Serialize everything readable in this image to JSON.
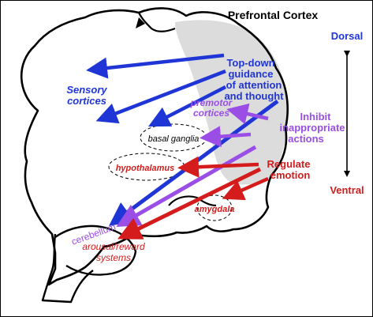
{
  "title": "Prefrontal Cortex",
  "axis": {
    "top": "Dorsal",
    "bottom": "Ventral"
  },
  "functions": {
    "top_down": [
      "Top-down",
      "guidance",
      "of attention",
      "and thought"
    ],
    "inhibit": [
      "Inhibit",
      "inappropriate",
      "actions"
    ],
    "regulate": [
      "Regulate",
      "emotion"
    ]
  },
  "regions": {
    "sensory": [
      "Sensory",
      "cortices"
    ],
    "premotor": [
      "premotor",
      "cortices"
    ],
    "basal_ganglia": "basal ganglia",
    "hypothalamus": "hypothalamus",
    "amygdala": "amygdala",
    "cerebellum": "cerebellum",
    "arousal": [
      "arousal/reward",
      "systems"
    ]
  },
  "colors": {
    "blue": "#1f35d6",
    "purple": "#9a4ee6",
    "red": "#d41c1c",
    "pfc_shade": "#dcdcdc",
    "outline": "#000000"
  }
}
